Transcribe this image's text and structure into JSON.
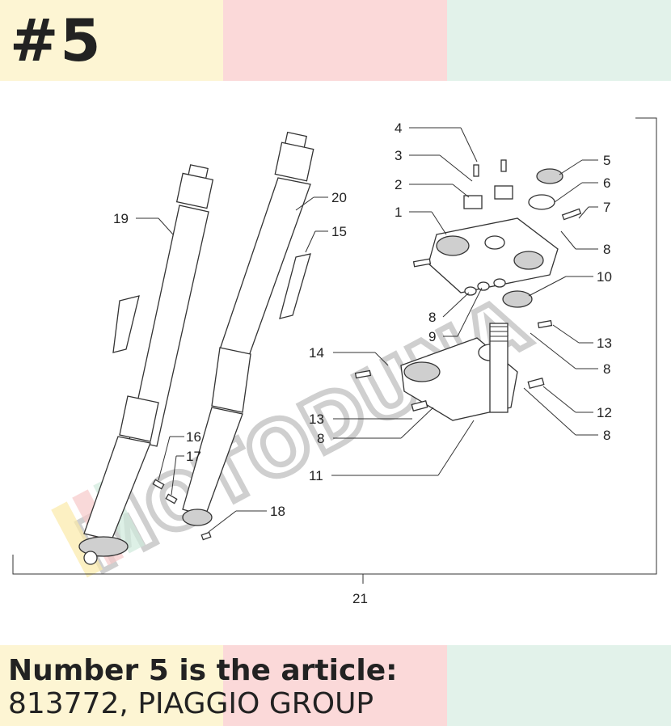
{
  "header": {
    "badge": "#5",
    "band_colors": [
      "#fdf5d3",
      "#fbd9d9",
      "#e2f2ea"
    ]
  },
  "caption": {
    "line1": "Number 5 is the article:",
    "line2": "813772, PIAGGIO GROUP"
  },
  "watermark": {
    "text": "MOTODUNA"
  },
  "diagram": {
    "callouts": [
      "4",
      "3",
      "2",
      "1",
      "5",
      "6",
      "7",
      "8",
      "10",
      "8",
      "9",
      "13",
      "14",
      "8",
      "13",
      "12",
      "8",
      "8",
      "11",
      "20",
      "19",
      "15",
      "16",
      "17",
      "18",
      "21"
    ]
  }
}
